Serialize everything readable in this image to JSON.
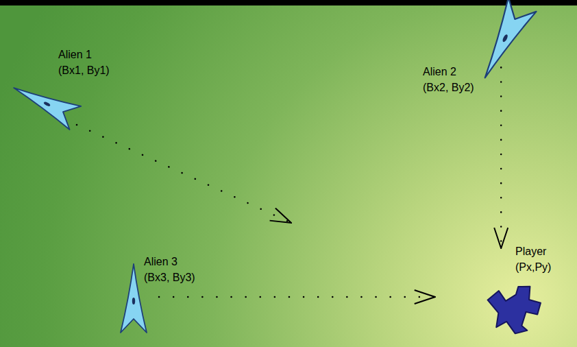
{
  "diagram": {
    "nodes": [
      {
        "text": [
          "Alien 1",
          "(Bx1, By1)"
        ]
      },
      {
        "text": [
          "Alien 2",
          "(Bx2, By2)"
        ]
      },
      {
        "text": [
          "Alien 3",
          "(Bx3, By3)"
        ]
      },
      {
        "text": [
          "Player",
          "(Px,Py)"
        ]
      }
    ],
    "edges": [
      {
        "from": 1,
        "to": 3,
        "arrow": "to"
      },
      {
        "from": 2,
        "to": 3,
        "arrow": "to"
      }
    ]
  }
}
